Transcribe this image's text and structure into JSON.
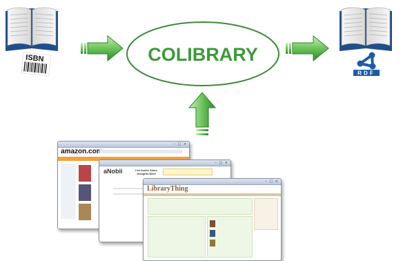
{
  "center_node": {
    "label": "COLIBRARY"
  },
  "input_node": {
    "badge": "ISBN"
  },
  "output_node": {
    "badge": "RDF"
  },
  "sources": [
    {
      "name": "amazon.com"
    },
    {
      "name": "aNobii",
      "tagline": "List books Share thoughts Meet"
    },
    {
      "name": "LibraryThing"
    }
  ],
  "colors": {
    "arrow_fill": "#7fce6b",
    "arrow_dark": "#2f7f2a",
    "ellipse_stroke": "#3d8a3a",
    "title_green": "#3c9a3a",
    "book_cover": "#1f4f8a",
    "rdf_blue": "#1e5aa8"
  }
}
